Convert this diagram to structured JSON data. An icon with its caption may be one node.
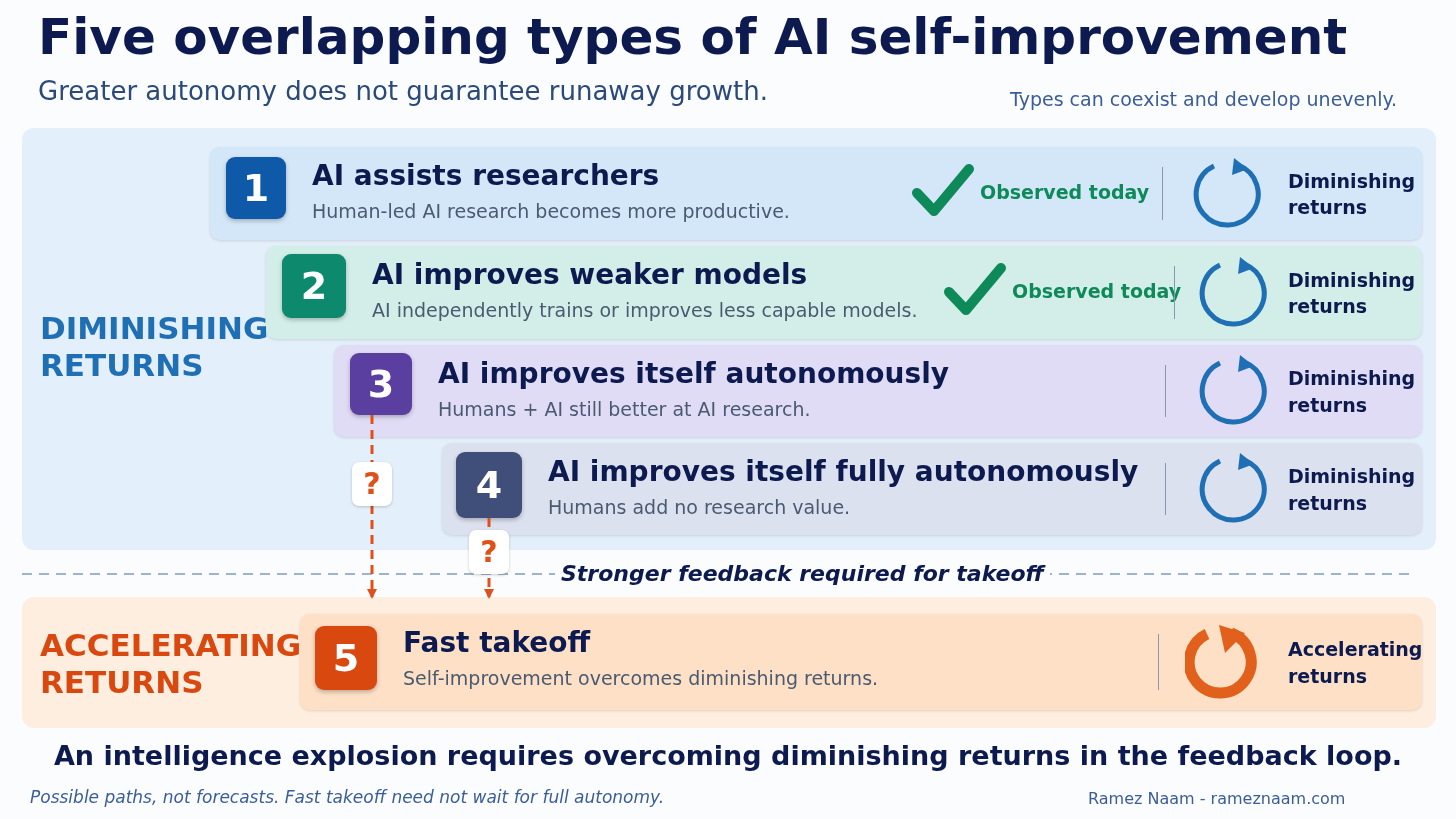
{
  "diagram": {
    "title": "Five overlapping types of AI self-improvement",
    "caption": "An intelligence explosion requires overcoming diminishing returns in the feedback loop.",
    "nodes": [
      {
        "text": [
          "DIMINISHING RETURNS"
        ]
      },
      {
        "text": [
          "AI assists researchers",
          "Human-led AI research becomes more productive.",
          "Observed today",
          "Diminishing returns"
        ],
        "in": 0
      },
      {
        "text": [
          "1"
        ],
        "in": 1
      },
      {
        "text": [
          "AI improves weaker models",
          "AI independently trains or improves less capable models.",
          "Observed today",
          "Diminishing returns"
        ],
        "in": 0
      },
      {
        "text": [
          "2"
        ],
        "in": 3
      },
      {
        "text": [
          "AI improves itself autonomously",
          "Humans + AI still better at AI research.",
          "Diminishing returns"
        ],
        "in": 0
      },
      {
        "text": [
          "3"
        ],
        "in": 5
      },
      {
        "text": [
          "AI improves itself fully autonomously",
          "Humans add no research value.",
          "Diminishing returns"
        ],
        "in": 0
      },
      {
        "text": [
          "4"
        ],
        "in": 7
      },
      {
        "text": [
          "ACCELERATING RETURNS"
        ]
      },
      {
        "text": [
          "Fast takeoff",
          "Self-improvement overcomes diminishing returns.",
          "Accelerating returns"
        ],
        "in": 9
      },
      {
        "text": [
          "5"
        ],
        "in": 10
      }
    ],
    "edges": [
      {
        "from": 6,
        "to": 9,
        "arrow": "to",
        "label": "?",
        "style": "dashed"
      },
      {
        "from": 8,
        "to": 9,
        "arrow": "to",
        "label": "?",
        "style": "dashed"
      }
    ],
    "labels": [
      "Greater autonomy does not guarantee runaway growth.",
      "Types can coexist and develop unevenly.",
      "Stronger feedback required for takeoff",
      "Possible paths, not forecasts. Fast takeoff need not wait for full autonomy.",
      "Ramez Naam - rameznaam.com"
    ]
  }
}
